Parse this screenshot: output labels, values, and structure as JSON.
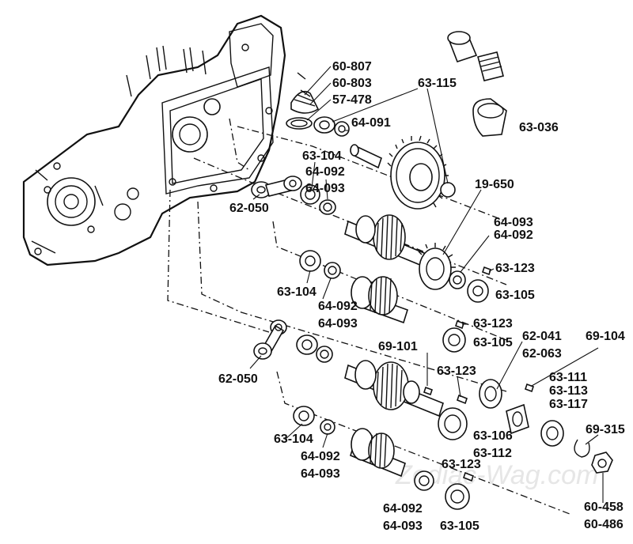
{
  "watermark": "Zodiac-Wag.com",
  "labels": {
    "l_60_807": "60-807",
    "l_60_803": "60-803",
    "l_57_478": "57-478",
    "l_63_115": "63-115",
    "l_64_091": "64-091",
    "l_63_036": "63-036",
    "l_63_104_a": "63-104",
    "l_64_092_a": "64-092",
    "l_64_093_a": "64-093",
    "l_62_050_a": "62-050",
    "l_19_650": "19-650",
    "l_64_093_b": "64-093",
    "l_64_092_b": "64-092",
    "l_63_123_a": "63-123",
    "l_63_105_a": "63-105",
    "l_63_104_b": "63-104",
    "l_64_092_c": "64-092",
    "l_64_093_c": "64-093",
    "l_63_123_b": "63-123",
    "l_63_105_b": "63-105",
    "l_62_041": "62-041",
    "l_62_063": "62-063",
    "l_69_104": "69-104",
    "l_69_101": "69-101",
    "l_62_050_b": "62-050",
    "l_63_123_c": "63-123",
    "l_63_111": "63-111",
    "l_63_113": "63-113",
    "l_63_117": "63-117",
    "l_63_106": "63-106",
    "l_63_112": "63-112",
    "l_69_315": "69-315",
    "l_63_104_c": "63-104",
    "l_64_092_d": "64-092",
    "l_64_093_d": "64-093",
    "l_63_123_d": "63-123",
    "l_64_092_e": "64-092",
    "l_64_093_e": "64-093",
    "l_63_105_c": "63-105",
    "l_60_458": "60-458",
    "l_60_486": "60-486"
  }
}
